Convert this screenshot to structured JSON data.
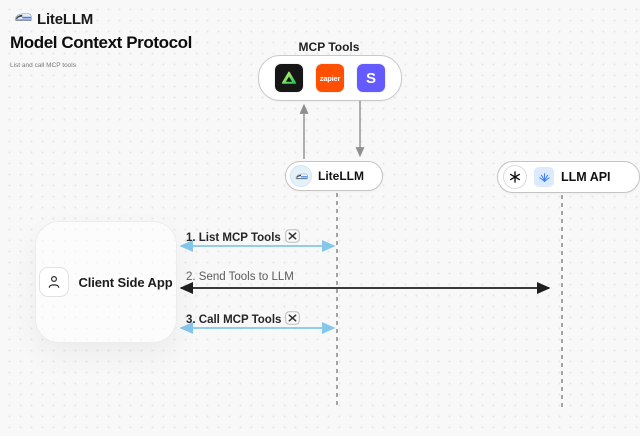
{
  "header": {
    "brand": "LiteLLM"
  },
  "page": {
    "title": "Model Context Protocol",
    "subtitle": "List and call MCP tools"
  },
  "mcp_tools": {
    "label": "MCP Tools",
    "tools": [
      {
        "name": "green-triangle-tool",
        "bg": "#161616"
      },
      {
        "name": "zapier",
        "text": "zapier",
        "bg": "#ff4f00"
      },
      {
        "name": "stripe",
        "text": "S",
        "bg": "#635bff"
      }
    ]
  },
  "nodes": {
    "litellm": {
      "label": "LiteLLM"
    },
    "llm_api": {
      "label": "LLM API"
    },
    "client": {
      "label": "Client Side App"
    }
  },
  "messages": [
    {
      "label": "1. List MCP Tools",
      "tool_icon": true,
      "arrow_color": "#85c7ea",
      "from": "client",
      "to": "litellm"
    },
    {
      "label": "2. Send Tools to LLM",
      "tool_icon": false,
      "arrow_color": "#1f1f1f",
      "from": "client",
      "to": "llm_api"
    },
    {
      "label": "3. Call MCP Tools",
      "tool_icon": true,
      "arrow_color": "#85c7ea",
      "from": "client",
      "to": "litellm"
    }
  ],
  "colors": {
    "background": "#f8f8f8",
    "accent_blue": "#85c7ea",
    "arrow_dark": "#1f1f1f",
    "zapier_orange": "#ff4f00",
    "stripe_purple": "#635bff",
    "tool_green": "#3ddc3d",
    "lifeline_gray": "#a3a3a3"
  }
}
